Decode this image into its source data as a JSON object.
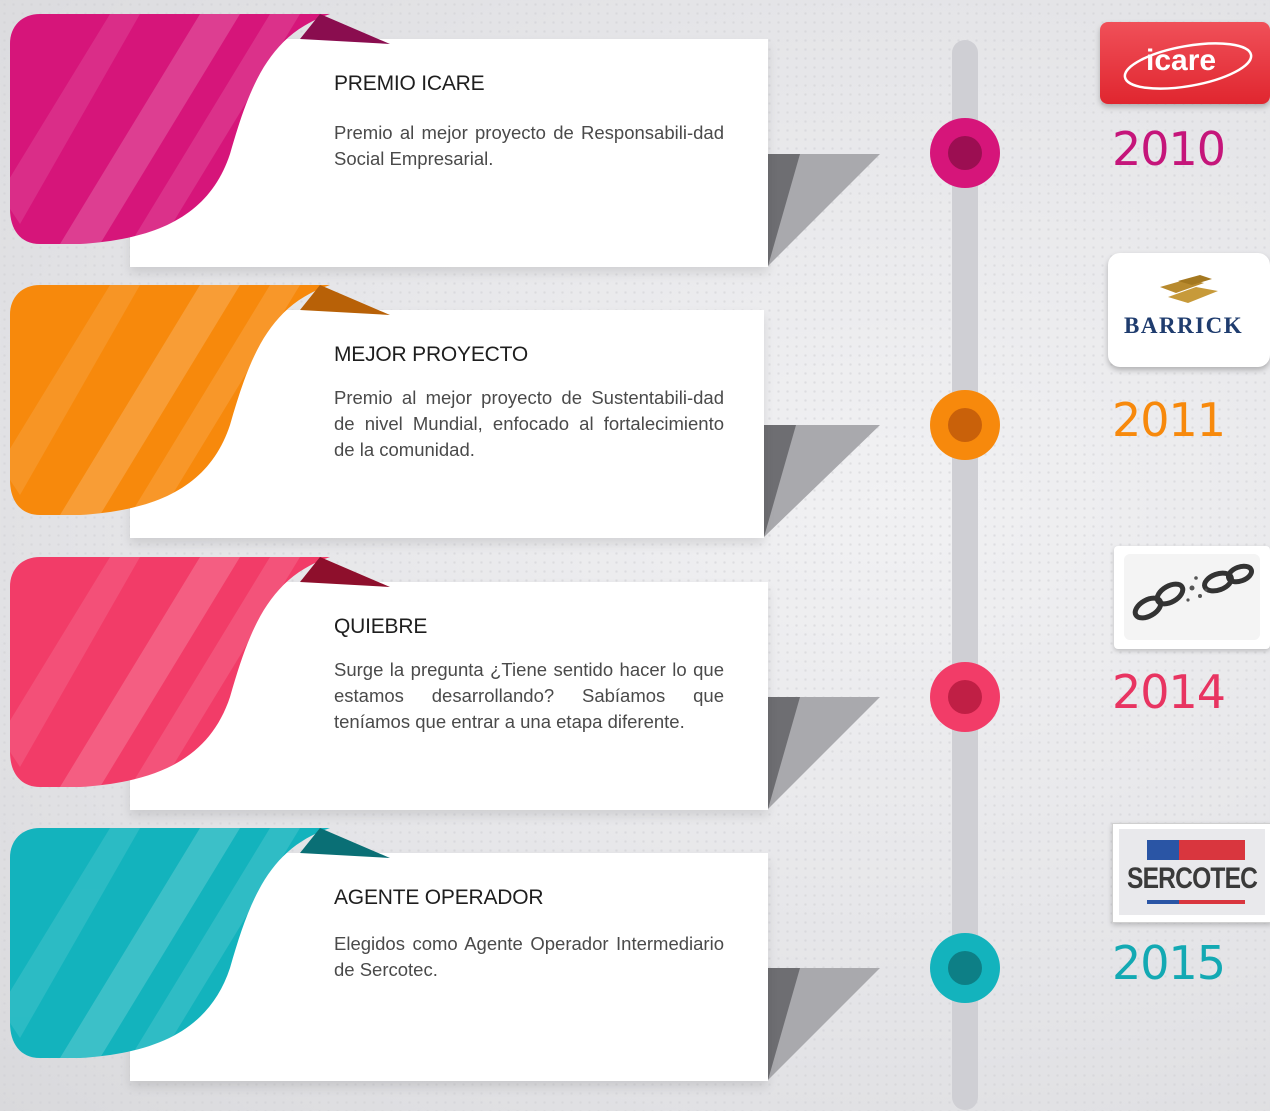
{
  "items": [
    {
      "title": "PREMIO ICARE",
      "description": "Premio al mejor proyecto de Responsabili-dad Social Empresarial.",
      "year": "2010",
      "logo_text": "icare",
      "color": "#d6157a",
      "color_light": "#e54a9b",
      "dot_inner": "#9c0e52"
    },
    {
      "title": "MEJOR PROYECTO",
      "description": "Premio al mejor proyecto de Sustentabili-dad de nivel Mundial, enfocado al fortalecimiento de la comunidad.",
      "year": "2011",
      "logo_text": "BARRICK",
      "color": "#f7890c",
      "color_light": "#fba53a",
      "dot_inner": "#c9610a"
    },
    {
      "title": "QUIEBRE",
      "description": "Surge la pregunta ¿Tiene sentido hacer lo que estamos desarrollando? Sabíamos que teníamos que entrar a una etapa diferente.",
      "year": "2014",
      "logo_text": "",
      "color": "#f23c68",
      "color_light": "#f76b8e",
      "dot_inner": "#c01f45"
    },
    {
      "title": "AGENTE OPERADOR",
      "description": "Elegidos como Agente Operador Intermediario de Sercotec.",
      "year": "2015",
      "logo_text": "SERCOTEC",
      "color": "#13b3bd",
      "color_light": "#3cc7cf",
      "dot_inner": "#0d7f86"
    }
  ]
}
